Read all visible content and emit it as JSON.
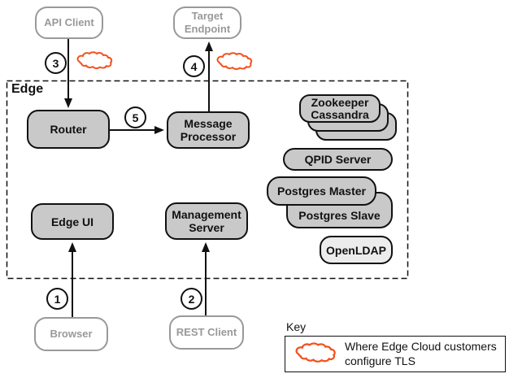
{
  "colors": {
    "accent_orange": "#f4511e",
    "box_fill_gray": "#c9c9c9",
    "box_fill_light": "#ececec",
    "external_gray": "#999999",
    "line_black": "#111111"
  },
  "edge_group": {
    "label": "Edge"
  },
  "external_nodes": {
    "api_client": {
      "label": "API Client"
    },
    "target_endpoint": {
      "line1": "Target",
      "line2": "Endpoint"
    },
    "browser": {
      "label": "Browser"
    },
    "rest_client": {
      "label": "REST Client"
    }
  },
  "internal_nodes": {
    "router": {
      "label": "Router"
    },
    "message_processor": {
      "line1": "Message",
      "line2": "Processor"
    },
    "edge_ui": {
      "label": "Edge UI"
    },
    "management_server": {
      "line1": "Management",
      "line2": "Server"
    },
    "zookeeper_stack": {
      "line1": "Zookeeper",
      "line2": "Cassandra"
    },
    "qpid_server": {
      "label": "QPID Server"
    },
    "postgres_master": {
      "label": "Postgres Master"
    },
    "postgres_slave": {
      "label": "Postgres Slave"
    },
    "openldap": {
      "label": "OpenLDAP"
    }
  },
  "step_markers": {
    "s1": "1",
    "s2": "2",
    "s3": "3",
    "s4": "4",
    "s5": "5"
  },
  "key": {
    "title": "Key",
    "entry_line1": "Where Edge Cloud customers",
    "entry_line2": "configure TLS",
    "icon": "tls-cloud"
  }
}
